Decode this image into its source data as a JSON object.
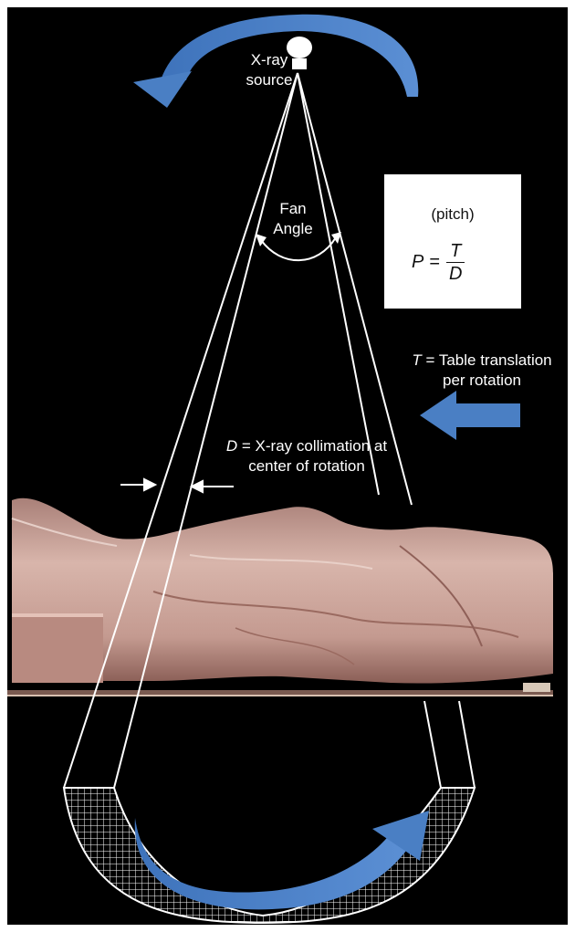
{
  "labels": {
    "xray_source": [
      "X-ray",
      "source"
    ],
    "fan_angle": [
      "Fan",
      "Angle"
    ],
    "pitch_title": "(pitch)",
    "pitch_formula": {
      "lhs": "P",
      "eq": "=",
      "num": "T",
      "den": "D"
    },
    "table_translation": {
      "var": "T",
      "line1": "= Table translation",
      "line2": "per rotation"
    },
    "collimation": {
      "var": "D",
      "line1": "= X-ray collimation at",
      "line2": "center of rotation"
    }
  },
  "colors": {
    "background": "#000000",
    "arrow_blue": "#4a7fc4",
    "lines": "#ffffff",
    "body": "#c9a59b"
  },
  "icons": {
    "source": "xray-tube-icon",
    "rotation_top": "curved-arrow-left-icon",
    "rotation_bottom": "curved-arrow-right-icon",
    "table_arrow": "arrow-left-icon"
  }
}
